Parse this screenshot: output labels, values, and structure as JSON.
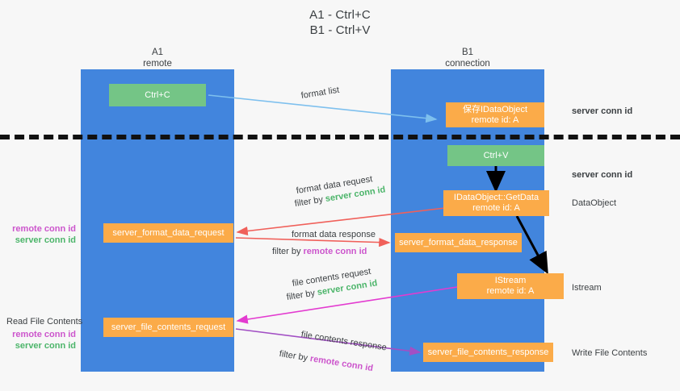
{
  "title": {
    "line1": "A1 - Ctrl+C",
    "line2": "B1 - Ctrl+V"
  },
  "columns": [
    {
      "name": "A1",
      "sub": "remote"
    },
    {
      "name": "B1",
      "sub": "connection"
    }
  ],
  "nodes": {
    "ctrl_c": {
      "label": "Ctrl+C"
    },
    "data_object_save": {
      "line1": "保存IDataObject",
      "line2": "remote id: A"
    },
    "ctrl_v": {
      "label": "Ctrl+V"
    },
    "getdata": {
      "line1": "IDataObject::GetData",
      "line2": "remote id: A"
    },
    "istream": {
      "line1": "IStream",
      "line2": "remote id: A"
    },
    "server_format_data_request": {
      "label": "server_format_data_request"
    },
    "server_format_data_response": {
      "label": "server_format_data_response"
    },
    "server_file_contents_request": {
      "label": "server_file_contents_request"
    },
    "server_file_contents_response": {
      "label": "server_file_contents_response"
    }
  },
  "edge_labels": {
    "format_list": "format list",
    "format_data_request": "format data request",
    "format_data_request_filter_prefix": "filter by ",
    "format_data_request_filter_value": "server conn id",
    "format_data_response": "format data response",
    "format_data_response_filter_prefix": "filter by ",
    "format_data_response_filter_value": "remote conn id",
    "file_contents_request": "file contents request",
    "file_contents_request_filter_prefix": "filter by ",
    "file_contents_request_filter_value": "server conn id",
    "file_contents_response": "file contents response",
    "file_contents_response_filter_prefix": "filter by ",
    "file_contents_response_filter_value": "remote conn id"
  },
  "right_annotations": [
    {
      "text": "server conn id",
      "kind": "green"
    },
    {
      "text": "server conn id",
      "kind": "green"
    },
    {
      "text": "DataObject",
      "kind": "plain"
    },
    {
      "text": "Istream",
      "kind": "plain"
    },
    {
      "text": "Write File Contents",
      "kind": "plain"
    }
  ],
  "left_annotations": {
    "group1": {
      "remote": "remote conn id",
      "server": "server conn id"
    },
    "read_file_contents": "Read File Contents",
    "group2": {
      "remote": "remote conn id",
      "server": "server conn id"
    }
  },
  "colors": {
    "lane": "#4285dd",
    "orange": "#fbab49",
    "green_box": "#74c586",
    "green_text": "#4cb56a",
    "purple_text": "#cc55cc",
    "arrow_blue": "#7ec0ee",
    "arrow_red": "#f0605a",
    "arrow_magenta": "#e33bd0",
    "arrow_purple": "#a24fc4",
    "arrow_black": "#000000",
    "background": "#f7f7f7"
  }
}
